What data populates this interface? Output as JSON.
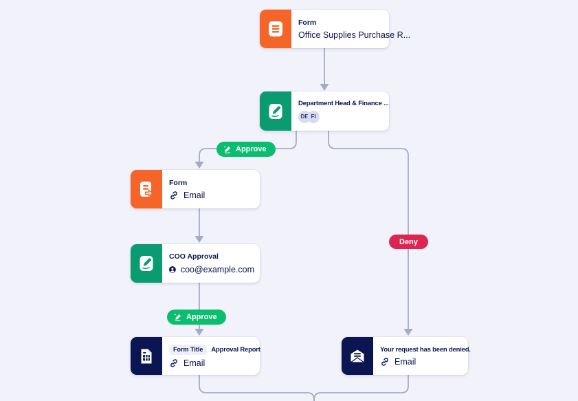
{
  "colors": {
    "background": "#f1f2fa",
    "card_bg": "#ffffff",
    "navy": "#0a1551",
    "orange": "#f5652a",
    "green": "#0a9c70",
    "approve_green": "#0bbd70",
    "deny_red": "#dc2552",
    "line": "#a5aac6",
    "avatar_bg": "#d8dcf3",
    "pill_bg": "#eef0f6"
  },
  "nodes": [
    {
      "id": "form-start",
      "title": "Form",
      "subtitle": "Office Supplies Purchase R...",
      "icon": "form-icon"
    },
    {
      "id": "approval-dept",
      "title": "Department Head & Finance ...",
      "avatars": [
        "DE",
        "FI"
      ],
      "icon": "approval-pen-icon"
    },
    {
      "id": "form-email",
      "title": "Form",
      "row_text": "Email",
      "row_icon": "link-icon",
      "icon": "form-send-icon"
    },
    {
      "id": "coo-approval",
      "title": "COO Approval",
      "row_text": "coo@example.com",
      "row_icon": "person-icon",
      "icon": "approval-pen-icon"
    },
    {
      "id": "approval-report",
      "pill": "Form Title",
      "title": "Approval Report",
      "row_text": "Email",
      "row_icon": "link-icon",
      "icon": "report-icon"
    },
    {
      "id": "denied-email",
      "title": "Your request has been denied.",
      "row_text": "Email",
      "row_icon": "link-icon",
      "icon": "email-icon"
    }
  ],
  "badges": [
    {
      "id": "approve-1",
      "label": "Approve"
    },
    {
      "id": "approve-2",
      "label": "Approve"
    },
    {
      "id": "deny-1",
      "label": "Deny"
    }
  ]
}
